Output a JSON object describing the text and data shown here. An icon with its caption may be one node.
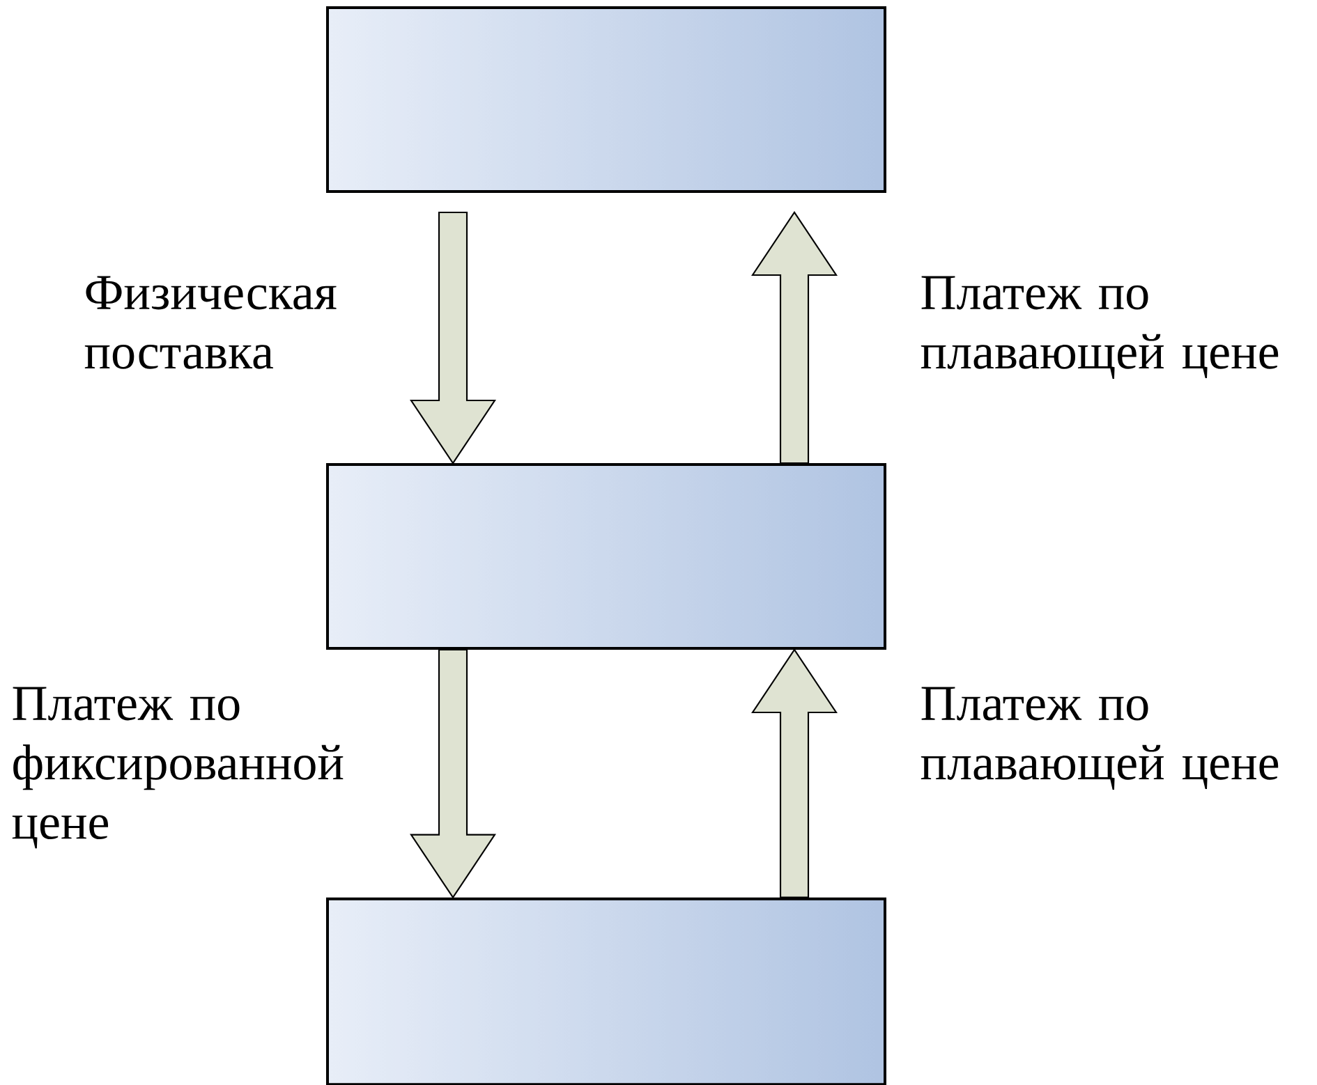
{
  "diagram": {
    "nodes": [
      {
        "text": [],
        "shape": "box"
      },
      {
        "text": [],
        "shape": "box"
      },
      {
        "text": [],
        "shape": "box"
      }
    ],
    "edges": [
      {
        "from": 0,
        "to": 1,
        "arrow": "to",
        "label": "Физическая поставка"
      },
      {
        "from": 1,
        "to": 0,
        "arrow": "to",
        "label": "Платеж по плавающей цене"
      },
      {
        "from": 1,
        "to": 2,
        "arrow": "to",
        "label": "Платеж по фиксированной цене"
      },
      {
        "from": 2,
        "to": 1,
        "arrow": "to",
        "label": "Платеж по плавающей цене"
      }
    ]
  }
}
